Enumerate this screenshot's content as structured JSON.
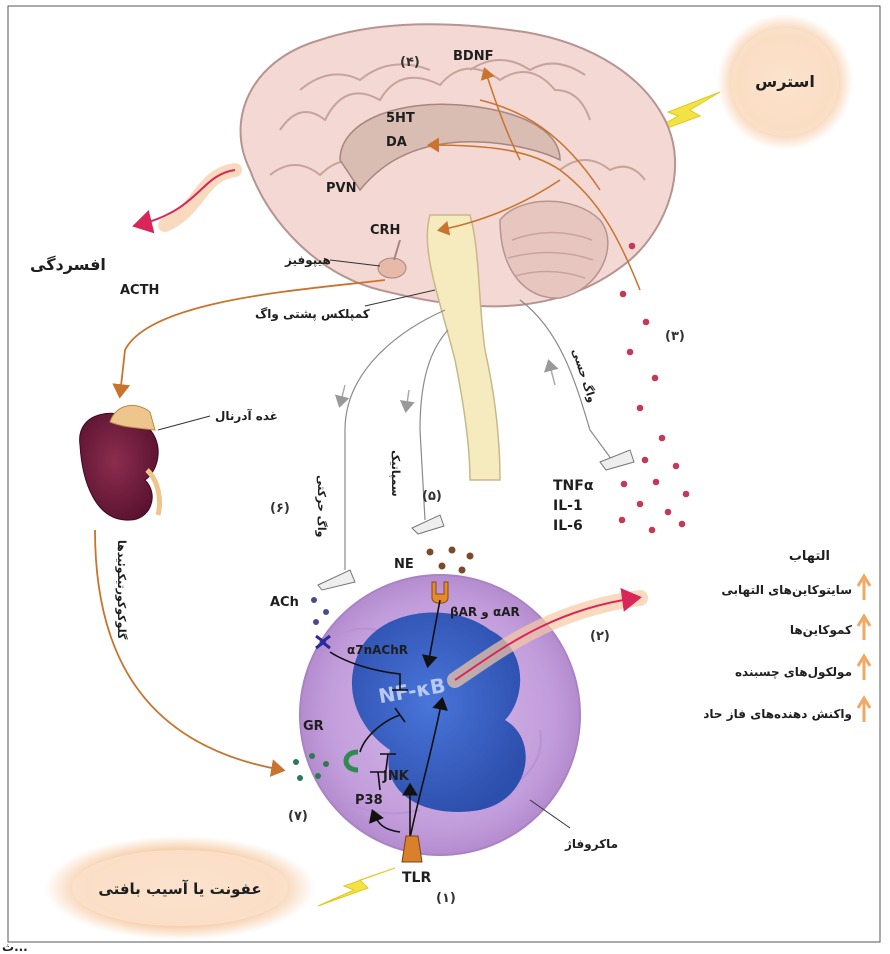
{
  "labels": {
    "stress": "استرس",
    "infection": "عفونت یا آسیب بافتی",
    "depression": "افسردگی",
    "bdnf": "BDNF",
    "ht5": "5HT",
    "da": "DA",
    "pvn": "PVN",
    "crh": "CRH",
    "pituitary": "هیپوفیز",
    "acth": "ACTH",
    "dorsal_vagal": "کمپلکس پشتی واگ",
    "adrenal": "غده آدرنال",
    "glucocorticoids": "گلوکوکورتیکوئیدها",
    "motor_vagus": "واگ حرکتی",
    "sympathetic": "سمپاتیک",
    "sensory_vagus": "واگ حسی",
    "tnf": "TNFα",
    "il1": "IL-1",
    "il6": "IL-6",
    "ne": "NE",
    "ach": "ACh",
    "a7": "α7nAChR",
    "bar": "βAR و αAR",
    "nfkb": "NF-κB",
    "gr": "GR",
    "jnk": "JNK",
    "p38": "P38",
    "tlr": "TLR",
    "macrophage": "ماکروفاژ",
    "inflammation_title": "التهاب",
    "cytokines": "سایتوکاین‌های التهابی",
    "chemokines": "کموکاین‌ها",
    "adhesion": "مولکول‌های چسبنده",
    "acute_phase": "واکنش دهنده‌های فاز حاد",
    "footer_fragment": "ث..."
  },
  "step_numbers": {
    "n1": "(۱)",
    "n2": "(۲)",
    "n3": "(۳)",
    "n4": "(۴)",
    "n5": "(۵)",
    "n6": "(۶)",
    "n7": "(۷)"
  },
  "colors": {
    "brain": "#f3d8d3",
    "brain_stroke": "#b69490",
    "limbic": "#d9bcb2",
    "brainstem": "#f6ebbe",
    "axon": "#c8742e",
    "nerve": "#8a8a8a",
    "cell": "#c9a6df",
    "nucleus": "#2f5cc7",
    "glow": "#f1c49a",
    "lightning": "#f2e244",
    "pathogen_dot": "#c23a58",
    "arrow_up": "#eeaa66",
    "red_arrow": "#d92659",
    "ne_dot": "#7a4a2a",
    "ach_dot": "#4a4a8c",
    "gc_dot": "#2f7a50"
  }
}
